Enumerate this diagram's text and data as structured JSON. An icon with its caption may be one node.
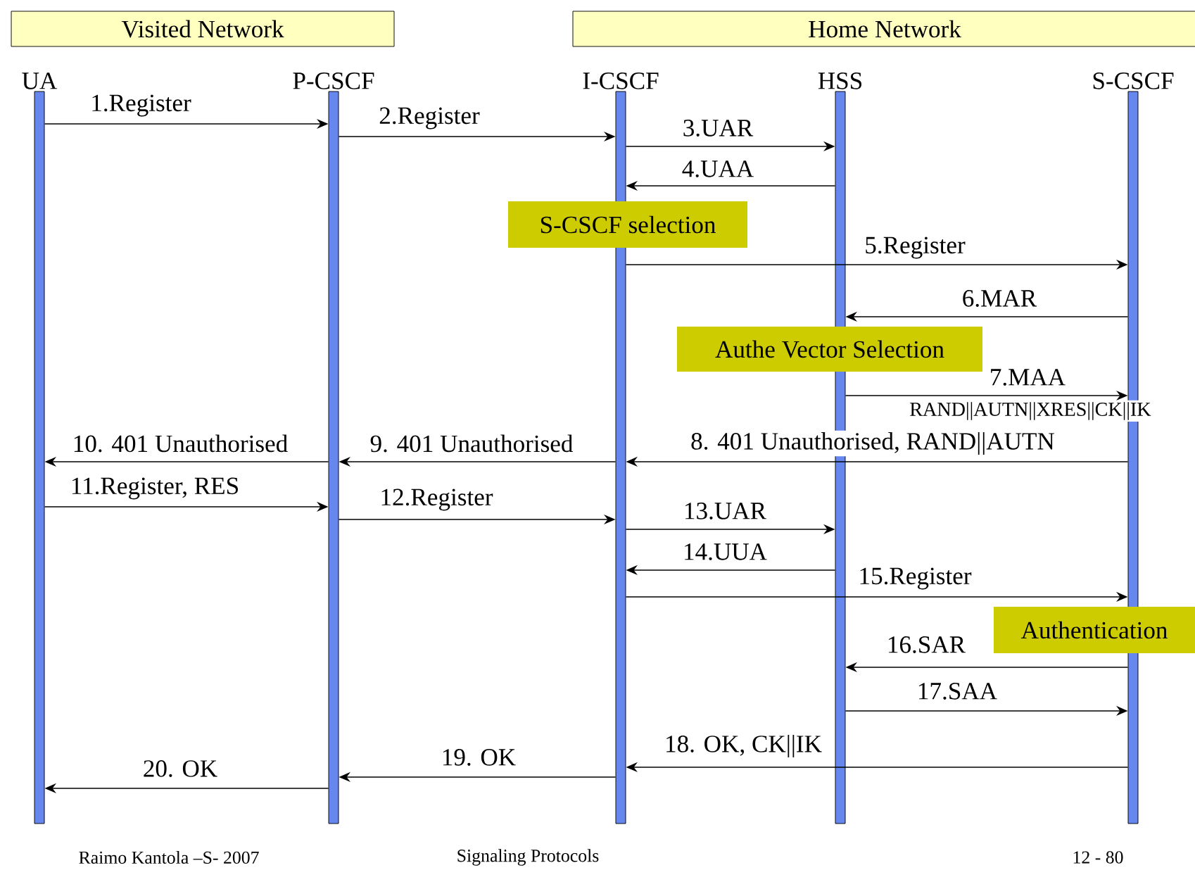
{
  "diagram": {
    "nodes": [
      {
        "text": [
          "Visited Network"
        ]
      },
      {
        "text": [
          "Home Network"
        ]
      },
      {
        "text": [
          "UA"
        ]
      },
      {
        "text": [
          "P-CSCF"
        ]
      },
      {
        "text": [
          "I-CSCF"
        ]
      },
      {
        "text": [
          "HSS"
        ]
      },
      {
        "text": [
          "S-CSCF"
        ]
      },
      {
        "text": [
          "S-CSCF selection"
        ]
      },
      {
        "text": [
          "Authe Vector Selection"
        ]
      },
      {
        "text": [
          "Authentication"
        ]
      }
    ],
    "edges": [
      {
        "from": 2,
        "to": 3,
        "arrow": "to",
        "label": "1.Register"
      },
      {
        "from": 3,
        "to": 4,
        "arrow": "to",
        "label": "2.Register"
      },
      {
        "from": 4,
        "to": 5,
        "arrow": "to",
        "label": "3.UAR"
      },
      {
        "from": 5,
        "to": 4,
        "arrow": "to",
        "label": "4.UAA"
      },
      {
        "from": 4,
        "to": 6,
        "arrow": "to",
        "label": "5.Register"
      },
      {
        "from": 6,
        "to": 5,
        "arrow": "to",
        "label": "6.MAR"
      },
      {
        "from": 5,
        "to": 6,
        "arrow": "to",
        "label": "7.MAA"
      },
      {
        "from": 6,
        "to": 4,
        "arrow": "to",
        "label": "8. 401 Unauthorised, RAND||AUTN"
      },
      {
        "from": 4,
        "to": 3,
        "arrow": "to",
        "label": "9. 401 Unauthorised"
      },
      {
        "from": 3,
        "to": 2,
        "arrow": "to",
        "label": "10. 401 Unauthorised"
      },
      {
        "from": 2,
        "to": 3,
        "arrow": "to",
        "label": "11.Register, RES"
      },
      {
        "from": 3,
        "to": 4,
        "arrow": "to",
        "label": "12.Register"
      },
      {
        "from": 4,
        "to": 5,
        "arrow": "to",
        "label": "13.UAR"
      },
      {
        "from": 5,
        "to": 4,
        "arrow": "to",
        "label": "14.UUA"
      },
      {
        "from": 4,
        "to": 6,
        "arrow": "to",
        "label": "15.Register"
      },
      {
        "from": 6,
        "to": 5,
        "arrow": "to",
        "label": "16.SAR"
      },
      {
        "from": 5,
        "to": 6,
        "arrow": "to",
        "label": "17.SAA"
      },
      {
        "from": 6,
        "to": 4,
        "arrow": "to",
        "label": "18. OK, CK||IK"
      },
      {
        "from": 4,
        "to": 3,
        "arrow": "to",
        "label": "19. OK"
      },
      {
        "from": 3,
        "to": 2,
        "arrow": "to",
        "label": "20. OK"
      }
    ],
    "labels": [
      "RAND||AUTN||XRES||CK||IK",
      "Raimo Kantola –S- 2007",
      "Signaling Protocols",
      "12 - 80"
    ]
  }
}
